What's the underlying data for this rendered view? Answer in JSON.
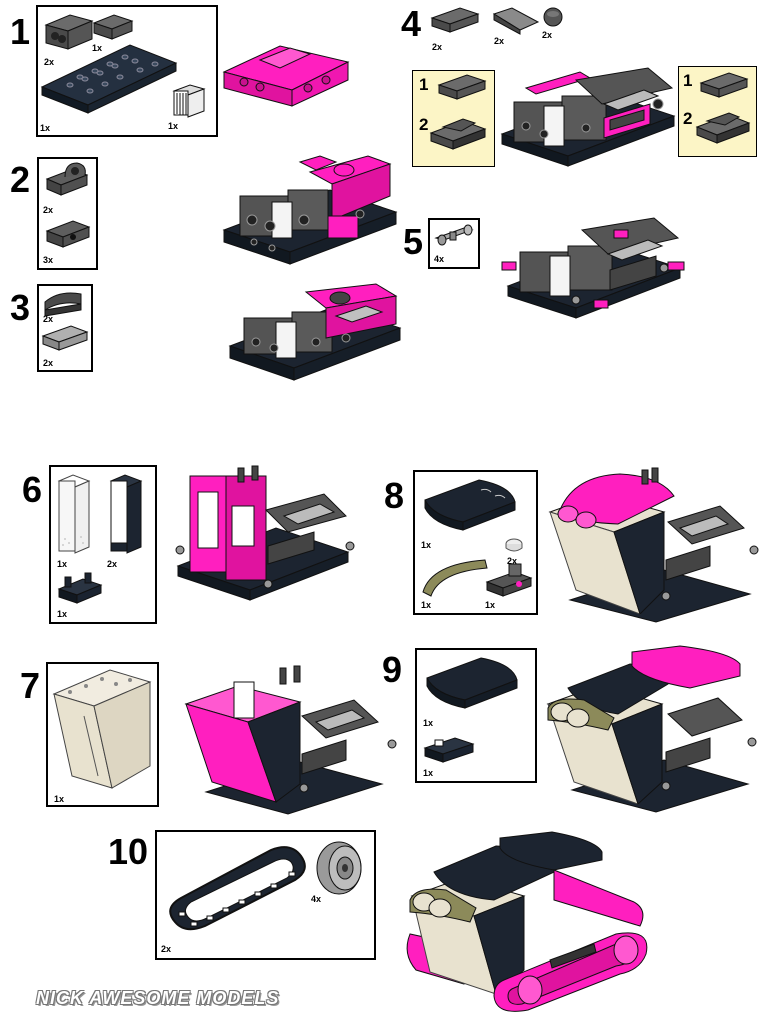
{
  "colors": {
    "pink": "#ff1fbf",
    "dark_gray": "#555555",
    "black": "#1c2430",
    "light_gray": "#a9a9a9",
    "tan": "#e8e2cf",
    "olive": "#8c8a5a",
    "callout_bg": "#fcf5c6"
  },
  "steps": [
    {
      "number": "1",
      "parts": [
        {
          "name": "plate-2x2-technic-brick",
          "qty": "2x"
        },
        {
          "name": "plate-1x2-technic-brick",
          "qty": "1x"
        },
        {
          "name": "plate-6x10",
          "qty": "1x"
        },
        {
          "name": "grille-brick",
          "qty": "1x"
        }
      ]
    },
    {
      "number": "2",
      "parts": [
        {
          "name": "bracket-round",
          "qty": "2x"
        },
        {
          "name": "plate-1x2-with-pin-hole",
          "qty": "3x"
        }
      ]
    },
    {
      "number": "3",
      "parts": [
        {
          "name": "curved-slope",
          "qty": "2x"
        },
        {
          "name": "tile-1x2",
          "qty": "2x"
        }
      ]
    },
    {
      "number": "4",
      "parts": [
        {
          "name": "plate-1x2",
          "qty": "2x"
        },
        {
          "name": "slope-1x3",
          "qty": "2x"
        },
        {
          "name": "round-plate",
          "qty": "2x"
        }
      ],
      "callouts": [
        {
          "sub_steps": [
            "1",
            "2"
          ]
        },
        {
          "sub_steps": [
            "1",
            "2"
          ]
        }
      ]
    },
    {
      "number": "5",
      "parts": [
        {
          "name": "technic-pin",
          "qty": "4x"
        }
      ]
    },
    {
      "number": "6",
      "parts": [
        {
          "name": "panel-transparent",
          "qty": "1x"
        },
        {
          "name": "panel-black",
          "qty": "2x"
        },
        {
          "name": "plate-with-clips",
          "qty": "1x"
        }
      ]
    },
    {
      "number": "7",
      "parts": [
        {
          "name": "windscreen",
          "qty": "1x"
        }
      ]
    },
    {
      "number": "8",
      "parts": [
        {
          "name": "wedge-curved-black",
          "qty": "1x"
        },
        {
          "name": "round-tile",
          "qty": "2x"
        },
        {
          "name": "arch-olive",
          "qty": "1x"
        },
        {
          "name": "plate-with-bracket",
          "qty": "1x"
        }
      ]
    },
    {
      "number": "9",
      "parts": [
        {
          "name": "wedge-curved-black",
          "qty": "1x"
        },
        {
          "name": "plate-with-clips",
          "qty": "1x"
        }
      ]
    },
    {
      "number": "10",
      "parts": [
        {
          "name": "tread-track",
          "qty": "2x"
        },
        {
          "name": "wheel-hub",
          "qty": "4x"
        }
      ]
    }
  ],
  "brand": "NICK AWESOME MODELS"
}
